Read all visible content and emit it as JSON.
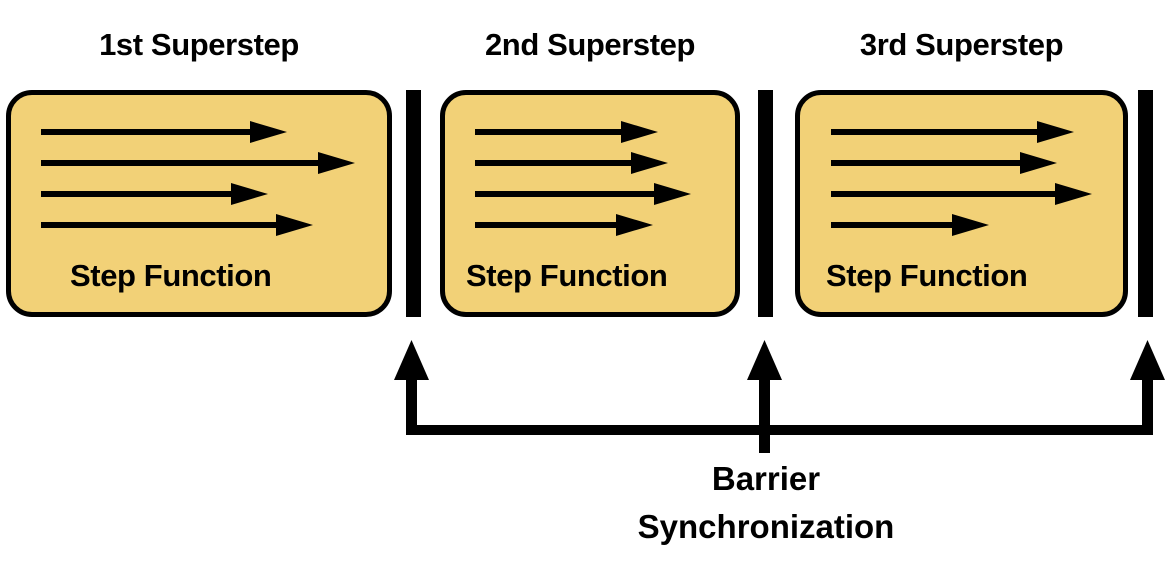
{
  "diagram": {
    "title": "Bulk Synchronous Parallel (BSP) Supersteps with Barrier Synchronization",
    "background_color": "#FFFFFF",
    "box_fill_color": "#F2D177",
    "stroke_color": "#000000"
  },
  "supersteps": [
    {
      "title": "1st Superstep",
      "step_label": "Step Function",
      "arrows": [
        {
          "index": 1,
          "length_ratio": 0.7
        },
        {
          "index": 2,
          "length_ratio": 0.9
        },
        {
          "index": 3,
          "length_ratio": 0.64
        },
        {
          "index": 4,
          "length_ratio": 0.78
        }
      ]
    },
    {
      "title": "2nd Superstep",
      "step_label": "Step Function",
      "arrows": [
        {
          "index": 1,
          "length_ratio": 0.72
        },
        {
          "index": 2,
          "length_ratio": 0.76
        },
        {
          "index": 3,
          "length_ratio": 0.85
        },
        {
          "index": 4,
          "length_ratio": 0.7
        }
      ]
    },
    {
      "title": "3rd Superstep",
      "step_label": "Step Function",
      "arrows": [
        {
          "index": 1,
          "length_ratio": 0.82
        },
        {
          "index": 2,
          "length_ratio": 0.76
        },
        {
          "index": 3,
          "length_ratio": 0.88
        },
        {
          "index": 4,
          "length_ratio": 0.55
        }
      ]
    }
  ],
  "barriers": [
    {
      "index": 1,
      "label": "barrier-bar-1"
    },
    {
      "index": 2,
      "label": "barrier-bar-2"
    },
    {
      "index": 3,
      "label": "barrier-bar-3"
    }
  ],
  "barrier_sync": {
    "line1": "Barrier",
    "line2": "Synchronization"
  }
}
